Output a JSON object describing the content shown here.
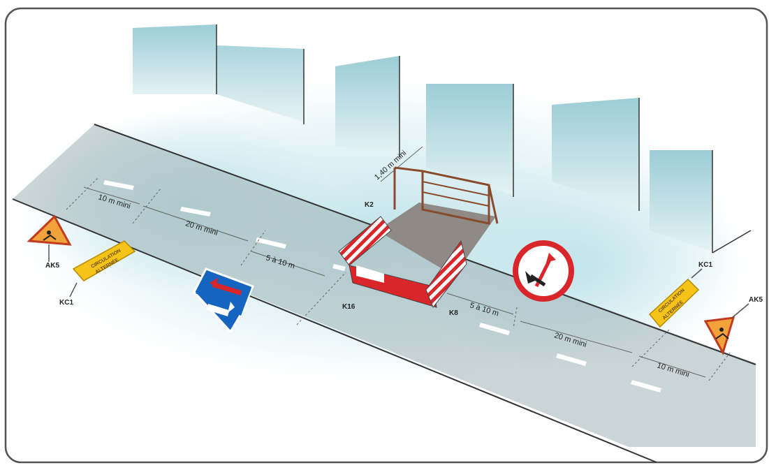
{
  "colors": {
    "background": "#ffffff",
    "haze": "#bfe3ea",
    "building": "#cfe7ec",
    "road": "#9fb3b7",
    "lane_mark": "#ffffff",
    "barrier_red": "#d8262a",
    "work_pit": "#8f8a86",
    "sign_orange": "#f2a23a",
    "sign_yellow": "#f6c318",
    "sign_blue": "#1565c0",
    "frame": "#555555"
  },
  "labels": {
    "ak5_left": "AK5",
    "kc1_left": "KC1",
    "k2": "K2",
    "k16": "K16",
    "k8": "K8",
    "kc1_right": "KC1",
    "ak5_right": "AK5"
  },
  "dimensions": {
    "d10_left": "10 m mini",
    "d20_left": "20 m mini",
    "d5_left": "5 à 10 m",
    "d140": "1,40 m mini",
    "d5_right": "5 à 10 m",
    "d20_right": "20 m mini",
    "d10_right": "10 m mini"
  },
  "signs": {
    "kc1_text_line1": "CIRCULATION",
    "kc1_text_line2": "ALTERNÉE"
  },
  "icons": [
    "ak5-roadworks-sign",
    "kc1-alternating-traffic-sign",
    "priority-over-oncoming-sign",
    "no-priority-oncoming-sign",
    "k2-fence",
    "k8-barrier",
    "k16-barrier"
  ]
}
